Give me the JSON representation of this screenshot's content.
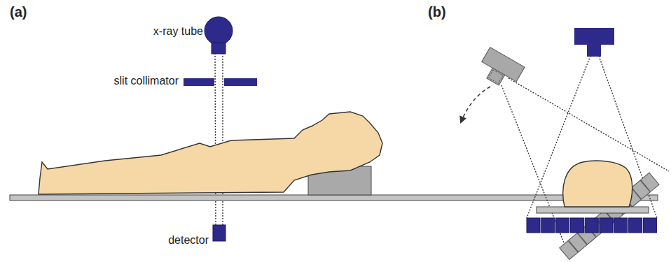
{
  "diagram": {
    "labels": [
      "(a)",
      "x-ray tube",
      "slit collimator",
      "detector",
      "(b)"
    ]
  }
}
